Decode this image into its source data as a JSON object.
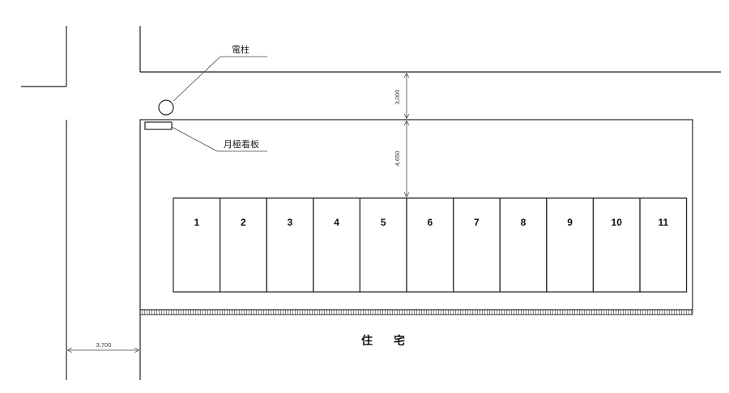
{
  "labels": {
    "pole": "電柱",
    "sign": "月極看板",
    "house": "住宅"
  },
  "dimensions": {
    "road_top_width": "3,000",
    "lot_depth": "4,650",
    "road_left_width": "3,700"
  },
  "spaces": [
    "1",
    "2",
    "3",
    "4",
    "5",
    "6",
    "7",
    "8",
    "9",
    "10",
    "11"
  ],
  "colors": {
    "line": "#222222",
    "background": "#ffffff"
  }
}
